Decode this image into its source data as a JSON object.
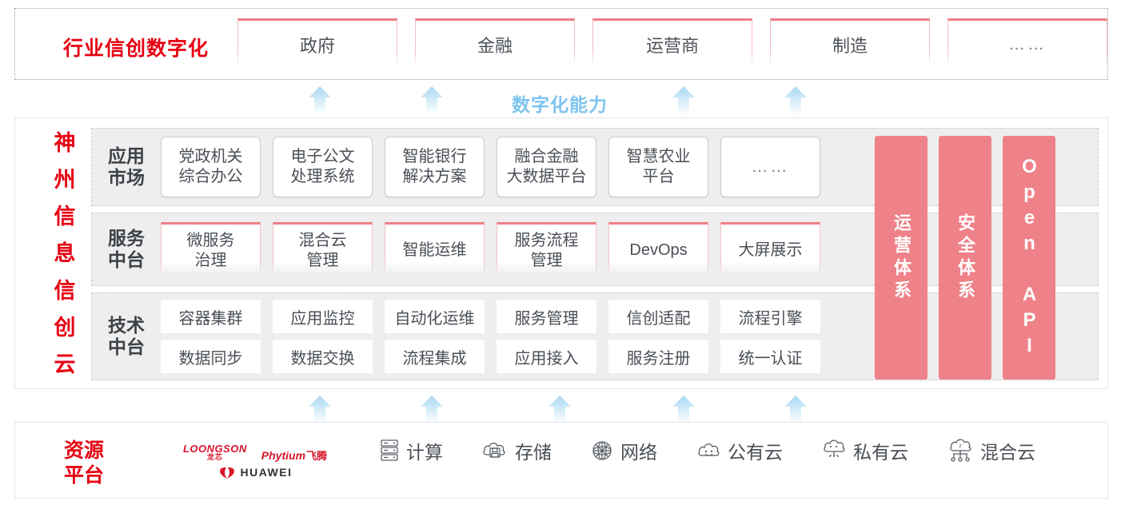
{
  "industry": {
    "title": "行业信创数字化",
    "cards": [
      {
        "label": "政府"
      },
      {
        "label": "金融"
      },
      {
        "label": "运营商"
      },
      {
        "label": "制造"
      },
      {
        "label": "……"
      }
    ]
  },
  "capability": {
    "label": "数字化能力",
    "arrow_count_top": 4,
    "arrow_count_bottom": 5
  },
  "cloud": {
    "title_chars": [
      "神",
      "州",
      "信",
      "息",
      "信",
      "创",
      "云"
    ],
    "layers": [
      {
        "name": "app-market",
        "label": "应用\n市场",
        "cards": [
          {
            "label": "党政机关\n综合办公"
          },
          {
            "label": "电子公文\n处理系统"
          },
          {
            "label": "智能银行\n解决方案"
          },
          {
            "label": "融合金融\n大数据平台"
          },
          {
            "label": "智慧农业\n平台"
          },
          {
            "label": "……"
          }
        ]
      },
      {
        "name": "service-platform",
        "label": "服务\n中台",
        "cards": [
          {
            "label": "微服务\n治理"
          },
          {
            "label": "混合云\n管理"
          },
          {
            "label": "智能运维"
          },
          {
            "label": "服务流程\n管理"
          },
          {
            "label": "DevOps"
          },
          {
            "label": "大屏展示"
          }
        ]
      },
      {
        "name": "tech-platform",
        "label": "技术\n中台",
        "rows": [
          [
            {
              "label": "容器集群"
            },
            {
              "label": "应用监控"
            },
            {
              "label": "自动化运维"
            },
            {
              "label": "服务管理"
            },
            {
              "label": "信创适配"
            },
            {
              "label": "流程引擎"
            }
          ],
          [
            {
              "label": "数据同步"
            },
            {
              "label": "数据交换"
            },
            {
              "label": "流程集成"
            },
            {
              "label": "应用接入"
            },
            {
              "label": "服务注册"
            },
            {
              "label": "统一认证"
            }
          ]
        ]
      }
    ],
    "pillars": [
      {
        "label": "运营体系",
        "kind": "cn"
      },
      {
        "label": "安全体系",
        "kind": "cn"
      },
      {
        "label": "Open API",
        "kind": "en"
      }
    ]
  },
  "resource": {
    "title": "资源\n平台",
    "vendors": [
      {
        "name": "loongson",
        "en": "LOONGSON",
        "cn": "龙芯"
      },
      {
        "name": "phytium",
        "en": "Phytium",
        "cn": "飞腾"
      },
      {
        "name": "huawei",
        "text": "HUAWEI"
      }
    ],
    "items": [
      {
        "icon": "server-icon",
        "label": "计算"
      },
      {
        "icon": "cloud-storage-icon",
        "label": "存储"
      },
      {
        "icon": "network-icon",
        "label": "网络"
      },
      {
        "icon": "public-cloud-icon",
        "label": "公有云"
      },
      {
        "icon": "private-cloud-icon",
        "label": "私有云"
      },
      {
        "icon": "hybrid-cloud-icon",
        "label": "混合云"
      }
    ]
  },
  "colors": {
    "brand_red": "#e60012",
    "pink": "#ef8189",
    "arrow_blue": "#bfe2f7",
    "capability_blue": "#7ec4ef",
    "panel_gray": "#eeeeee",
    "text": "#4a4f56"
  }
}
